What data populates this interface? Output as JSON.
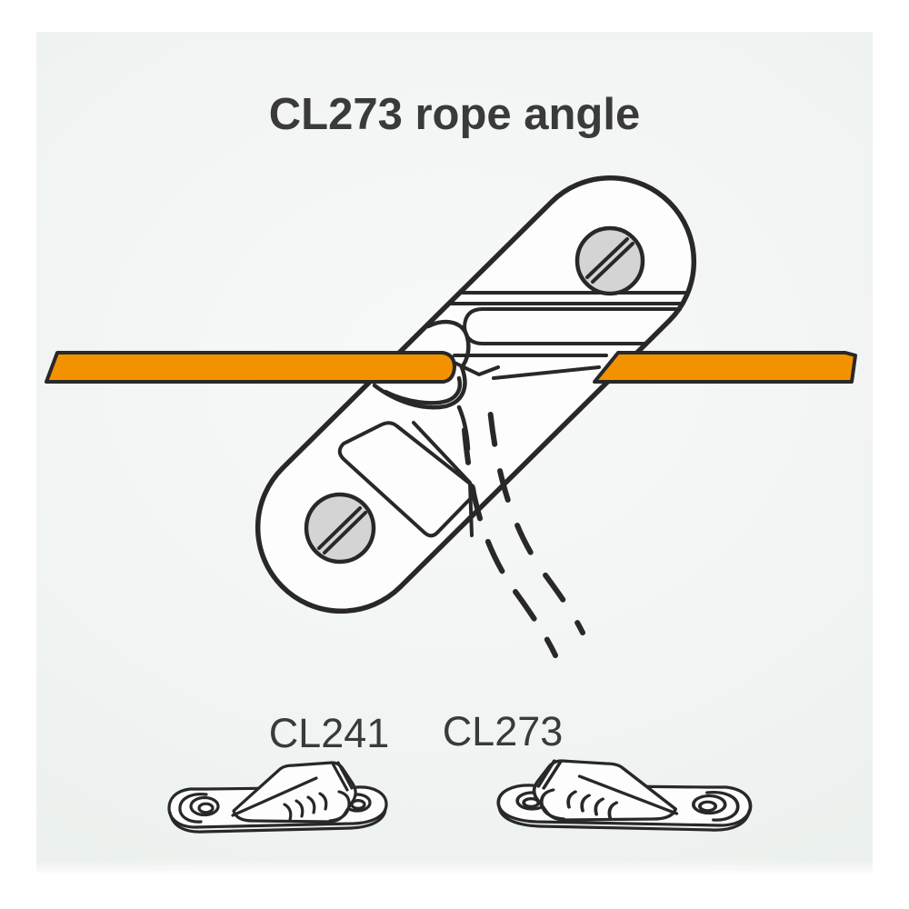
{
  "page": {
    "title": "CL273 rope angle"
  },
  "products": [
    {
      "label": "CL241"
    },
    {
      "label": "CL273"
    }
  ],
  "icons": {
    "screw": "slotted-screw-icon",
    "rope": "rope-line",
    "dashed_lines": "alternate-rope-angle-dashes"
  },
  "colors": {
    "page_bg": "#ffffff",
    "panel_bg": "#e9efec",
    "line": "#282828",
    "rope": "#f39200",
    "screw_fill": "#d4d4d4",
    "text": "#3a3a3a"
  }
}
